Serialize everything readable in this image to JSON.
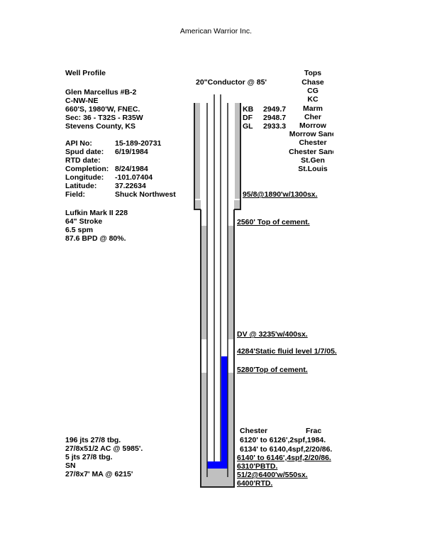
{
  "company": "American Warrior Inc.",
  "title": "Well Profile",
  "conductor": "20\"Conductor @ 85'",
  "well": {
    "name": "Glen Marcellus #B-2",
    "location": "C-NW-NE",
    "footage": "660'S, 1980'W, FNEC.",
    "section": "Sec: 36 - T32S - R35W",
    "county": "Stevens County, KS"
  },
  "info": [
    {
      "label": "API No:",
      "value": "15-189-20731"
    },
    {
      "label": "Spud date:",
      "value": "6/19/1984"
    },
    {
      "label": "RTD date:",
      "value": ""
    },
    {
      "label": "Completion:",
      "value": "8/24/1984"
    },
    {
      "label": "Longitude:",
      "value": "-101.07404"
    },
    {
      "label": "Latitude:",
      "value": "37.22634"
    },
    {
      "label": "Field:",
      "value": "Shuck Northwest"
    }
  ],
  "pump": [
    "Lufkin Mark II 228",
    "64\" Stroke",
    "6.5 spm",
    "87.6 BPD @ 80%."
  ],
  "elevations": [
    {
      "label": "KB",
      "value": "2949.7"
    },
    {
      "label": "DF",
      "value": "2948.7"
    },
    {
      "label": "GL",
      "value": "2933.3"
    }
  ],
  "tops": {
    "header": "Tops",
    "items": [
      "Chase",
      "CG",
      "KC",
      "Marm",
      "Cher",
      "Morrow",
      "Morrow Sand",
      "Chester",
      "Chester Sand",
      "St.Gen",
      "St.Louis"
    ]
  },
  "annotations": {
    "surface_casing": "95/8@1890'w/1300sx.",
    "toc1": "2560' Top of cement.",
    "dv": "DV @ 3235'w/400sx.",
    "fluid": "4284'Static fluid level 1/7/05.",
    "toc2": "5280'Top of cement."
  },
  "perfs": {
    "zone": "Chester",
    "frac": "Frac",
    "lines": [
      "6120' to 6126',2spf,1984.",
      "6134' to 6140,4spf,2/20/86.",
      "6140' to 6146',4spf,2/20/86."
    ]
  },
  "bottom": [
    "6310'PBTD.",
    "51/2@6400'w/550sx.",
    "6400'RTD."
  ],
  "tubing": [
    "196 jts 27/8 tbg.",
    "27/8x51/2 AC @ 5985'.",
    "5 jts 27/8 tbg.",
    "SN",
    "27/8x7' MA @ 6215'"
  ],
  "colors": {
    "cement": "#c0c0c0",
    "fluid": "#0000ff"
  }
}
